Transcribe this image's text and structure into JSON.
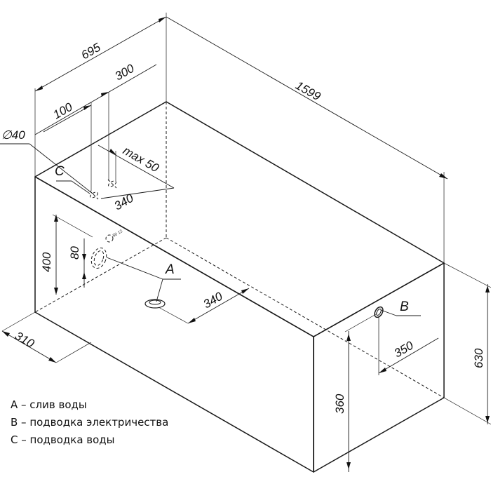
{
  "dimensions": {
    "width_top": "695",
    "length": "1599",
    "water_spacing": "100",
    "water_offset": "300",
    "pipe_diameter": "∅40",
    "max_extension": "max 50",
    "water_depth": "340",
    "drain_height": "400",
    "pipe_height": "80",
    "drain_offset": "340",
    "drain_from_side": "310",
    "electric_offset": "350",
    "electric_height": "360",
    "total_height": "630",
    "small_label": "80 12"
  },
  "labels": {
    "a": "A",
    "b": "B",
    "c": "C"
  },
  "legend": [
    "А – слив воды",
    "В – подводка электричества",
    "С – подводка воды"
  ]
}
